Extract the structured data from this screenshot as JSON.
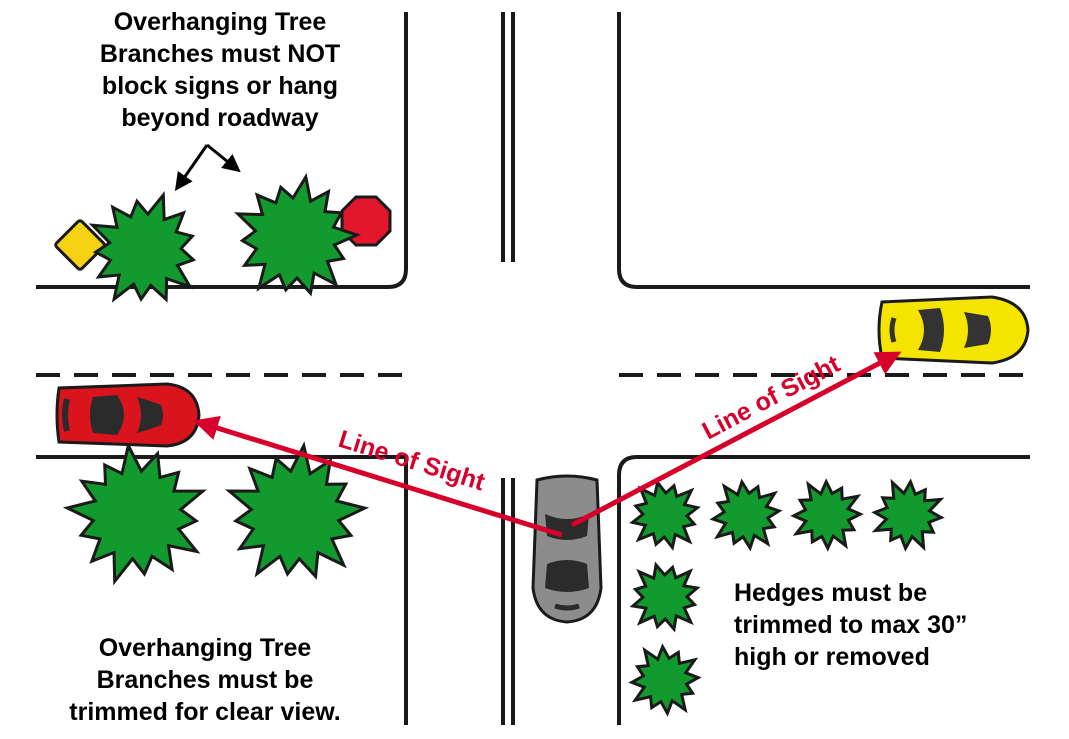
{
  "captions": {
    "top_left": [
      "Overhanging Tree",
      "Branches must NOT",
      "block signs or hang",
      "beyond roadway"
    ],
    "bottom_left": [
      "Overhanging Tree",
      "Branches must be",
      "trimmed for clear view."
    ],
    "bottom_right": [
      "Hedges must be",
      "trimmed to max 30”",
      "high or removed"
    ]
  },
  "sight_lines": {
    "left_label": "Line of Sight",
    "right_label": "Line of Sight",
    "color": "#d6002a"
  },
  "colors": {
    "tree": "#129a2e",
    "stop_sign": "#e2172b",
    "warning_sign": "#f5d313",
    "red_car": "#d9141c",
    "yellow_car": "#f4e400",
    "gray_car": "#8c8c8c"
  }
}
